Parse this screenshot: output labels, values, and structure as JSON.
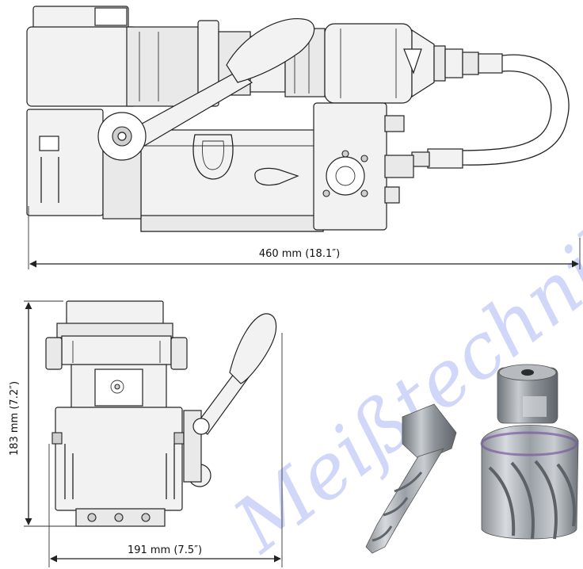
{
  "dimensions": {
    "length_label": "460 mm (18.1″)",
    "height_label": "183 mm (7.2″)",
    "width_label": "191 mm (7.5″)"
  },
  "watermark": {
    "text": "Meißtechnik.de"
  }
}
